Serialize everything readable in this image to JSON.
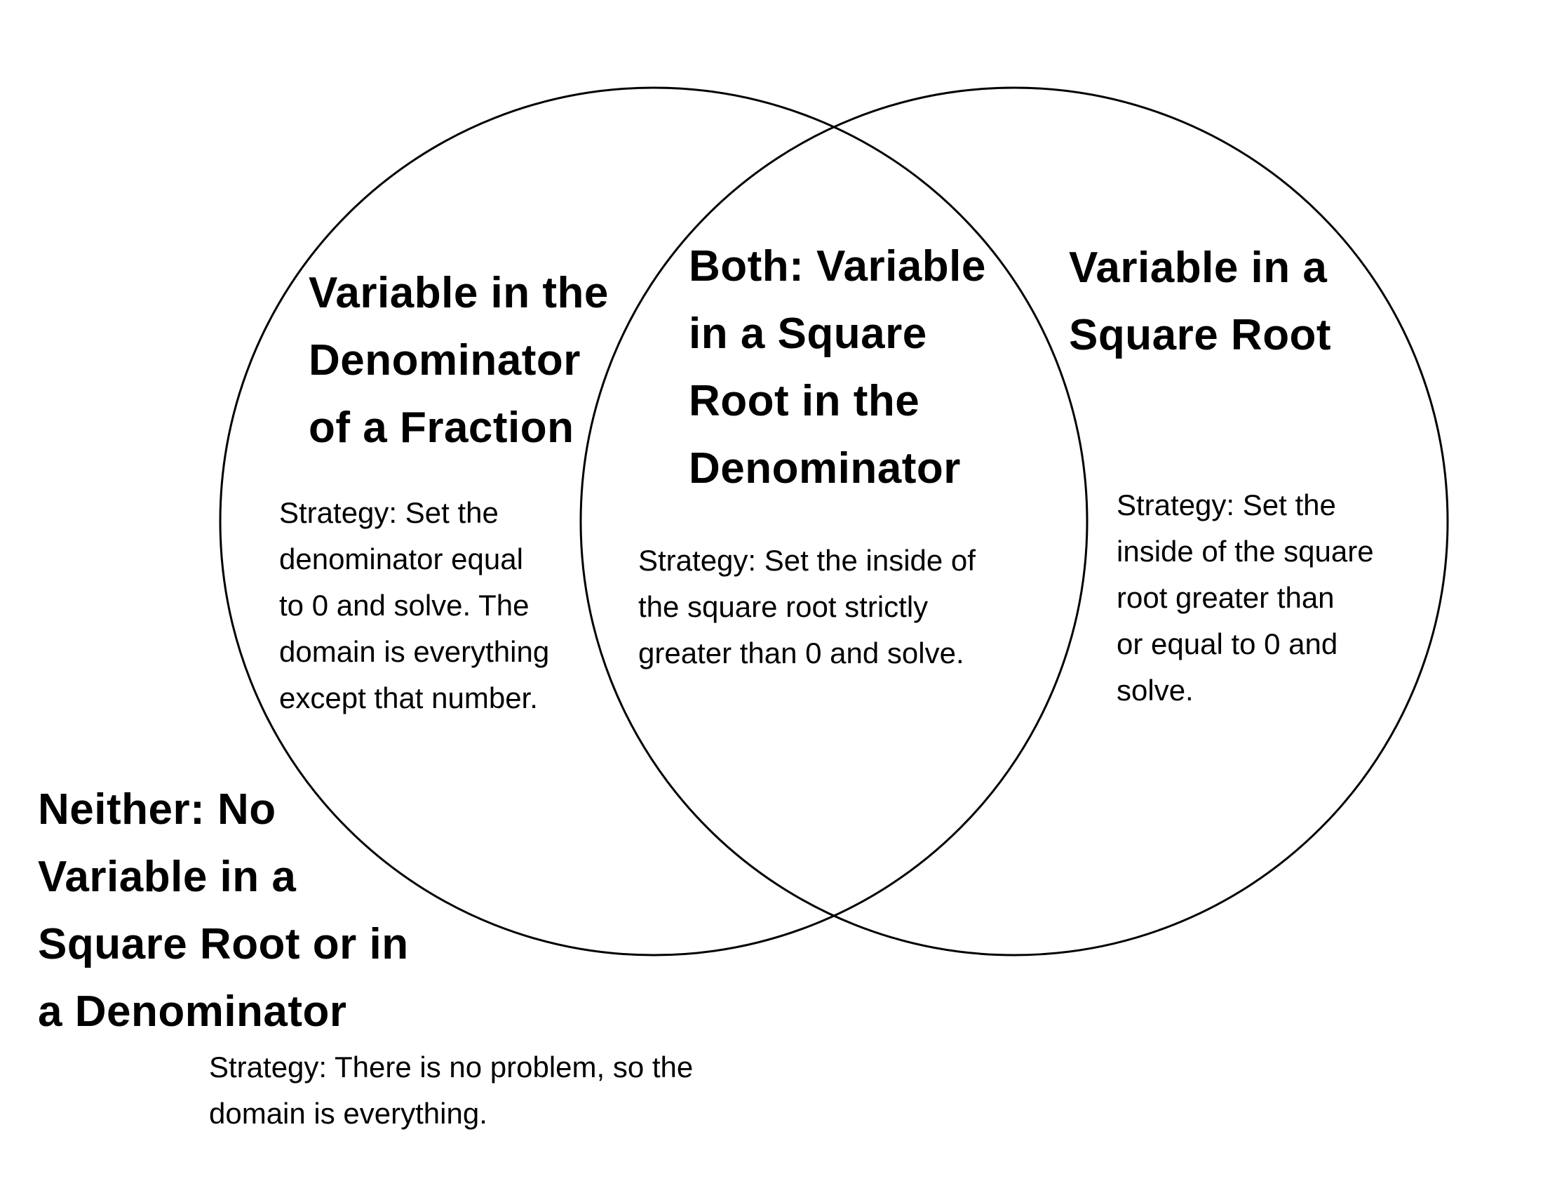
{
  "diagram": {
    "line_color": "#000000",
    "background": "#ffffff",
    "left_set": {
      "heading": "Variable in the\nDenominator\nof a Fraction",
      "strategy": "Strategy: Set the\ndenominator equal\nto 0 and solve. The\ndomain is everything\nexcept that number."
    },
    "intersection": {
      "heading": "Both: Variable\nin a Square\nRoot in the\nDenominator",
      "strategy": "Strategy: Set the inside of\nthe square root strictly\ngreater than 0 and solve."
    },
    "right_set": {
      "heading": "Variable in a\nSquare Root",
      "strategy": "Strategy: Set the\ninside of the square\nroot greater than\nor equal to 0 and\nsolve."
    },
    "outside": {
      "heading": "Neither: No\nVariable in a\nSquare Root or in\na Denominator",
      "strategy": "Strategy: There is no problem, so the\ndomain is everything."
    }
  }
}
